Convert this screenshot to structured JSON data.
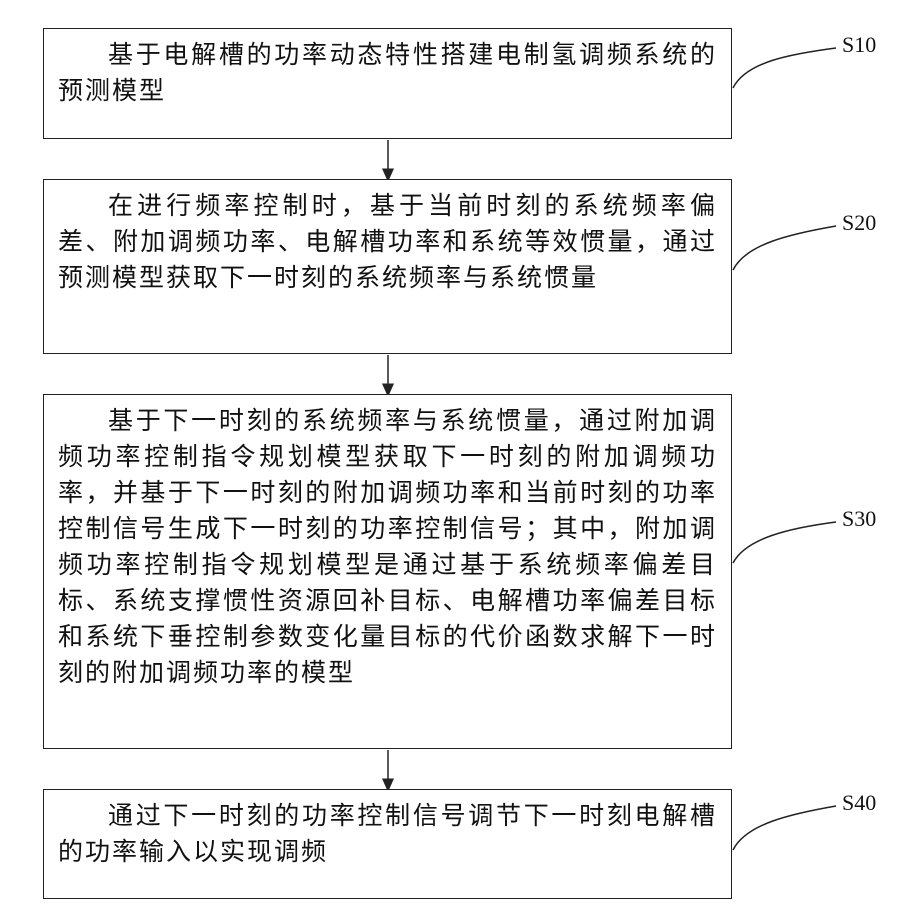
{
  "steps": [
    {
      "id": "S10",
      "text": "基于电解槽的功率动态特性搭建电制氢调频系统的预测模型"
    },
    {
      "id": "S20",
      "text": "在进行频率控制时，基于当前时刻的系统频率偏差、附加调频功率、电解槽功率和系统等效惯量，通过预测模型获取下一时刻的系统频率与系统惯量"
    },
    {
      "id": "S30",
      "text": "基于下一时刻的系统频率与系统惯量，通过附加调频功率控制指令规划模型获取下一时刻的附加调频功率，并基于下一时刻的附加调频功率和当前时刻的功率控制信号生成下一时刻的功率控制信号；其中，附加调频功率控制指令规划模型是通过基于系统频率偏差目标、系统支撑惯性资源回补目标、电解槽功率偏差目标和系统下垂控制参数变化量目标的代价函数求解下一时刻的附加调频功率的模型"
    },
    {
      "id": "S40",
      "text": "通过下一时刻的功率控制信号调节下一时刻电解槽的功率输入以实现调频"
    }
  ]
}
